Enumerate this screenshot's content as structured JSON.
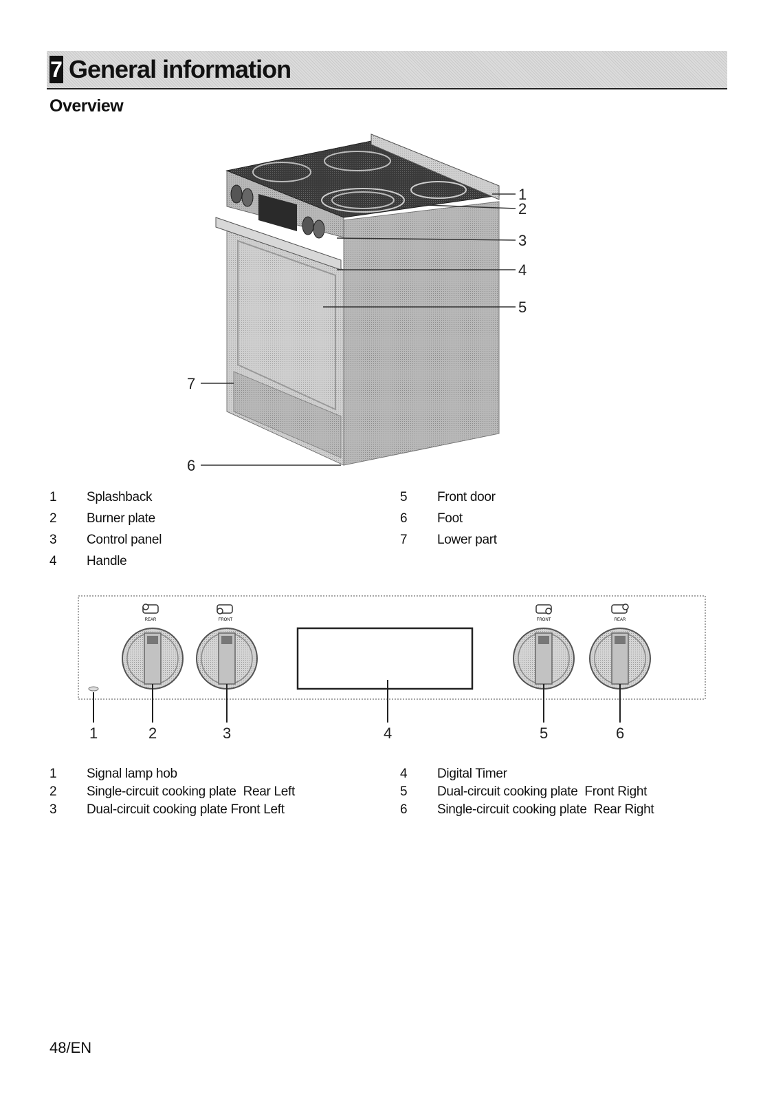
{
  "chapter": {
    "number": "7",
    "title": "General information"
  },
  "section": {
    "title": "Overview"
  },
  "figure1": {
    "callouts": [
      "1",
      "2",
      "3",
      "4",
      "5",
      "7",
      "6"
    ]
  },
  "legend1": [
    {
      "num": "1",
      "label": "Splashback"
    },
    {
      "num": "2",
      "label": "Burner plate"
    },
    {
      "num": "3",
      "label": "Control panel"
    },
    {
      "num": "4",
      "label": "Handle"
    },
    {
      "num": "5",
      "label": "Front door"
    },
    {
      "num": "6",
      "label": "Foot"
    },
    {
      "num": "7",
      "label": "Lower part"
    }
  ],
  "figure2": {
    "knob_marks": [
      "REAR",
      "FRONT",
      "FRONT",
      "REAR"
    ],
    "callouts": [
      "1",
      "2",
      "3",
      "4",
      "5",
      "6"
    ]
  },
  "legend2": [
    {
      "num": "1",
      "label": "Signal lamp hob"
    },
    {
      "num": "2",
      "label": "Single-circuit cooking plate  Rear Left"
    },
    {
      "num": "3",
      "label": "Dual-circuit cooking plate Front Left"
    },
    {
      "num": "4",
      "label": "Digital Timer"
    },
    {
      "num": "5",
      "label": "Dual-circuit cooking plate  Front Right"
    },
    {
      "num": "6",
      "label": "Single-circuit cooking plate  Rear Right"
    }
  ],
  "footer": {
    "page": "48/EN"
  }
}
